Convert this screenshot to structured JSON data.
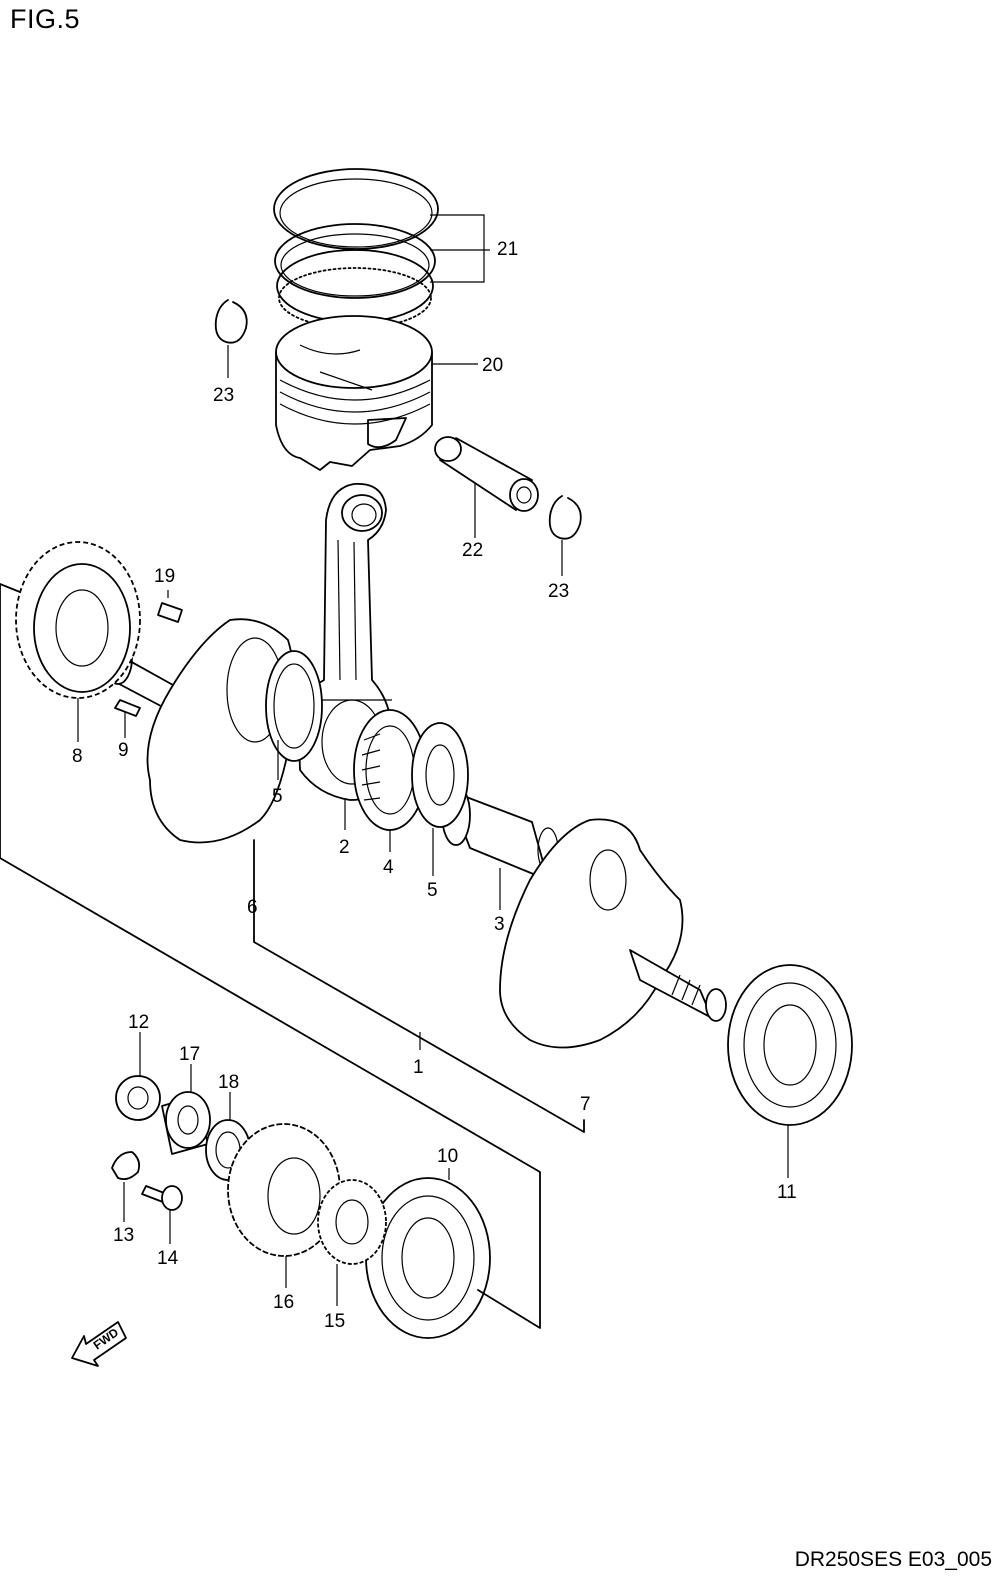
{
  "figure": {
    "title": "FIG.5",
    "code": "DR250SES E03_005"
  },
  "fwd_badge": {
    "text": "FWD"
  },
  "callouts": [
    {
      "id": "1",
      "label": "1"
    },
    {
      "id": "2",
      "label": "2"
    },
    {
      "id": "3",
      "label": "3"
    },
    {
      "id": "4",
      "label": "4"
    },
    {
      "id": "5a",
      "label": "5"
    },
    {
      "id": "5b",
      "label": "5"
    },
    {
      "id": "6",
      "label": "6"
    },
    {
      "id": "7",
      "label": "7"
    },
    {
      "id": "8",
      "label": "8"
    },
    {
      "id": "9",
      "label": "9"
    },
    {
      "id": "10",
      "label": "10"
    },
    {
      "id": "11",
      "label": "11"
    },
    {
      "id": "12",
      "label": "12"
    },
    {
      "id": "13",
      "label": "13"
    },
    {
      "id": "14",
      "label": "14"
    },
    {
      "id": "15",
      "label": "15"
    },
    {
      "id": "16",
      "label": "16"
    },
    {
      "id": "17",
      "label": "17"
    },
    {
      "id": "18",
      "label": "18"
    },
    {
      "id": "19",
      "label": "19"
    },
    {
      "id": "20",
      "label": "20"
    },
    {
      "id": "21",
      "label": "21"
    },
    {
      "id": "22",
      "label": "22"
    },
    {
      "id": "23a",
      "label": "23"
    },
    {
      "id": "23b",
      "label": "23"
    }
  ]
}
